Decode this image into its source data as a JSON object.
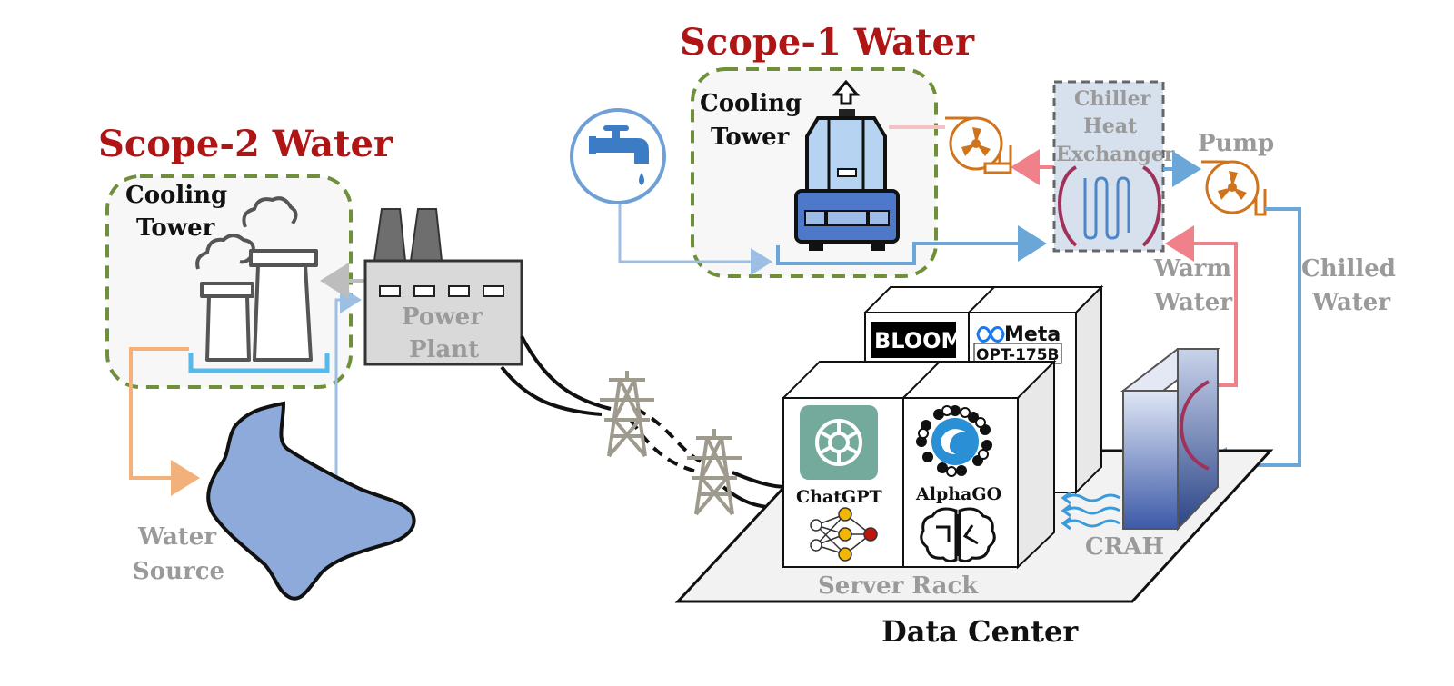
{
  "scope2": {
    "title": "Scope-2 Water",
    "cooling_tower": [
      "Cooling",
      "Tower"
    ]
  },
  "scope1": {
    "title": "Scope-1 Water",
    "cooling_tower": [
      "Cooling",
      "Tower"
    ]
  },
  "power_plant": [
    "Power",
    "Plant"
  ],
  "water_source": [
    "Water",
    "Source"
  ],
  "chiller": [
    "Chiller",
    "Heat",
    "Exchanger"
  ],
  "pump": "Pump",
  "warm_water": [
    "Warm",
    "Water"
  ],
  "chilled_water": [
    "Chilled",
    "Water"
  ],
  "crah": "CRAH",
  "server_rack": "Server Rack",
  "data_center": "Data Center",
  "models": {
    "chatgpt": "ChatGPT",
    "alphago": "AlphaGO",
    "bloom": "BLOOM",
    "meta": "Meta",
    "opt": "OPT-175B"
  },
  "colors": {
    "scope_title": "#b01515",
    "dashed_box": "#6f8f3a",
    "chilled_pipe": "#6aa7d8",
    "warm_pipe": "#f0808a",
    "supply_pipe": "#f2b07a",
    "pump_orange": "#d0741c",
    "lake_fill": "#8eaadb"
  }
}
